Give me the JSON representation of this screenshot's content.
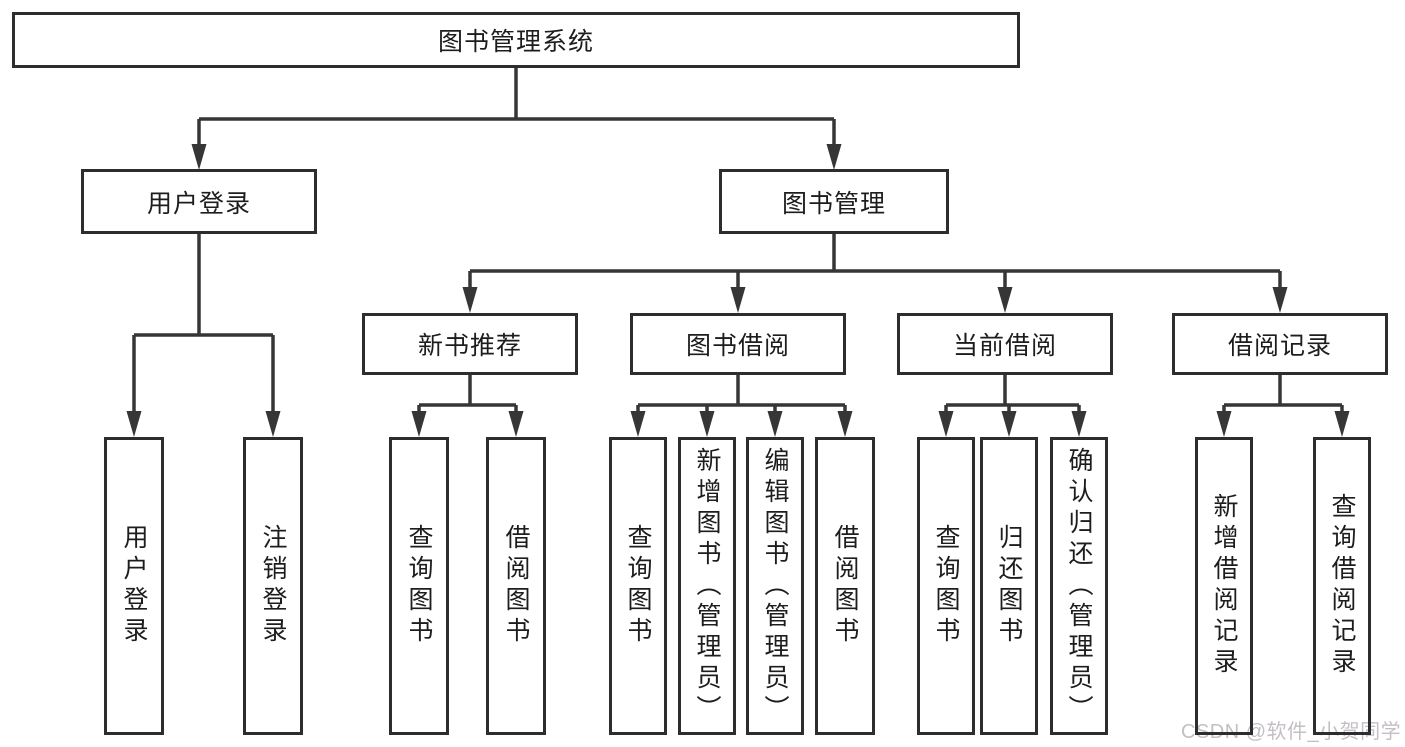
{
  "root": {
    "label": "图书管理系统"
  },
  "level2": {
    "user_login": {
      "label": "用户登录"
    },
    "book_mgmt": {
      "label": "图书管理"
    }
  },
  "level3": {
    "new_book_rec": {
      "label": "新书推荐"
    },
    "book_borrow": {
      "label": "图书借阅"
    },
    "current_borrow": {
      "label": "当前借阅"
    },
    "borrow_records": {
      "label": "借阅记录"
    }
  },
  "leaves": {
    "user_login": {
      "label": "用户登录"
    },
    "logout": {
      "label": "注销登录"
    },
    "rec_query_books": {
      "label": "查询图书"
    },
    "rec_borrow_books": {
      "label": "借阅图书"
    },
    "bb_query_books": {
      "label": "查询图书"
    },
    "bb_add_books_admin": {
      "label": "新增图书（管理员）"
    },
    "bb_edit_books_admin": {
      "label": "编辑图书（管理员）"
    },
    "bb_borrow_books": {
      "label": "借阅图书"
    },
    "cb_query_books": {
      "label": "查询图书"
    },
    "cb_return_books": {
      "label": "归还图书"
    },
    "cb_confirm_return_admin": {
      "label": "确认归还（管理员）"
    },
    "br_add_record": {
      "label": "新增借阅记录"
    },
    "br_query_record": {
      "label": "查询借阅记录"
    }
  },
  "watermark": {
    "text": "CSDN @软件_小贺同学"
  },
  "colors": {
    "line": "#363636",
    "border": "#2d2d2d",
    "text": "#1d1d1d",
    "watermark": "#c3bfc5",
    "background": "#ffffff"
  }
}
